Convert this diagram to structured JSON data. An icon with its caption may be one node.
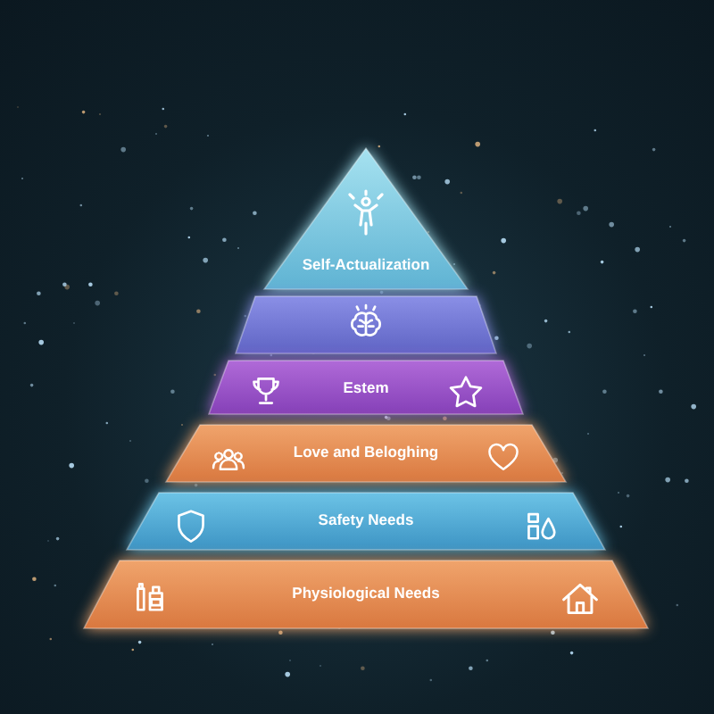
{
  "diagram": {
    "nodes": [
      {
        "text": [
          "Self-Actualization"
        ]
      },
      {
        "text": [],
        "shape": "band"
      },
      {
        "text": [
          "Estem"
        ]
      },
      {
        "text": [
          "Love and Beloghing"
        ]
      },
      {
        "text": [
          "Safety Needs"
        ]
      },
      {
        "text": [
          "Physiological Needs"
        ]
      }
    ]
  }
}
